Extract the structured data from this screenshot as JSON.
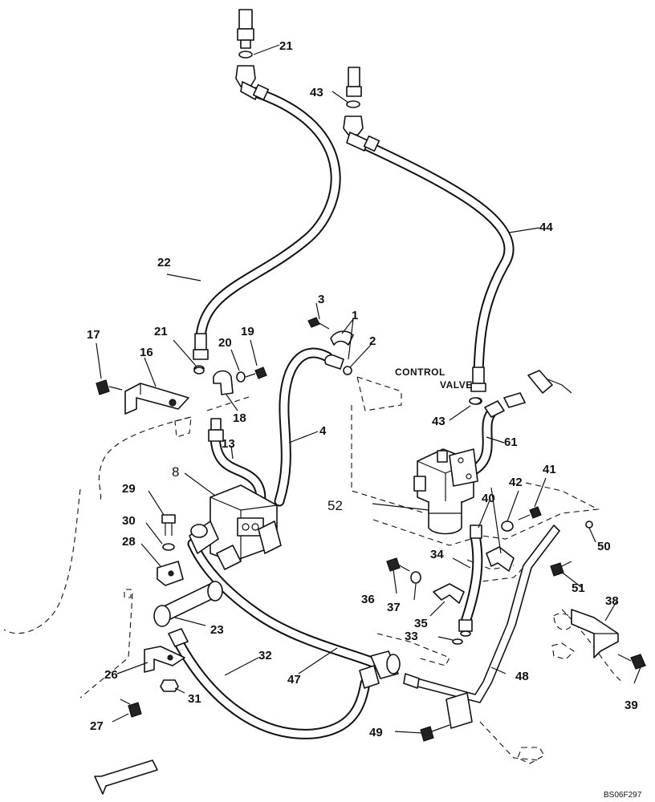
{
  "labels": {
    "p1": "1",
    "p2": "2",
    "p3": "3",
    "p4": "4",
    "p8": "8",
    "p13": "13",
    "p16": "16",
    "p17": "17",
    "p18": "18",
    "p19": "19",
    "p20": "20",
    "p21a": "21",
    "p21b": "21",
    "p22": "22",
    "p23": "23",
    "p26": "26",
    "p27": "27",
    "p28": "28",
    "p29": "29",
    "p30": "30",
    "p31": "31",
    "p32": "32",
    "p33": "33",
    "p34": "34",
    "p35": "35",
    "p36": "36",
    "p37": "37",
    "p38": "38",
    "p39": "39",
    "p40": "40",
    "p41": "41",
    "p42": "42",
    "p43a": "43",
    "p43b": "43",
    "p44": "44",
    "p47": "47",
    "p48": "48",
    "p49": "49",
    "p50": "50",
    "p51": "51",
    "p52": "52",
    "p61": "61"
  },
  "notes": {
    "control": "CONTROL",
    "valve": "VALVE"
  },
  "drawing_code": "BS06F297"
}
